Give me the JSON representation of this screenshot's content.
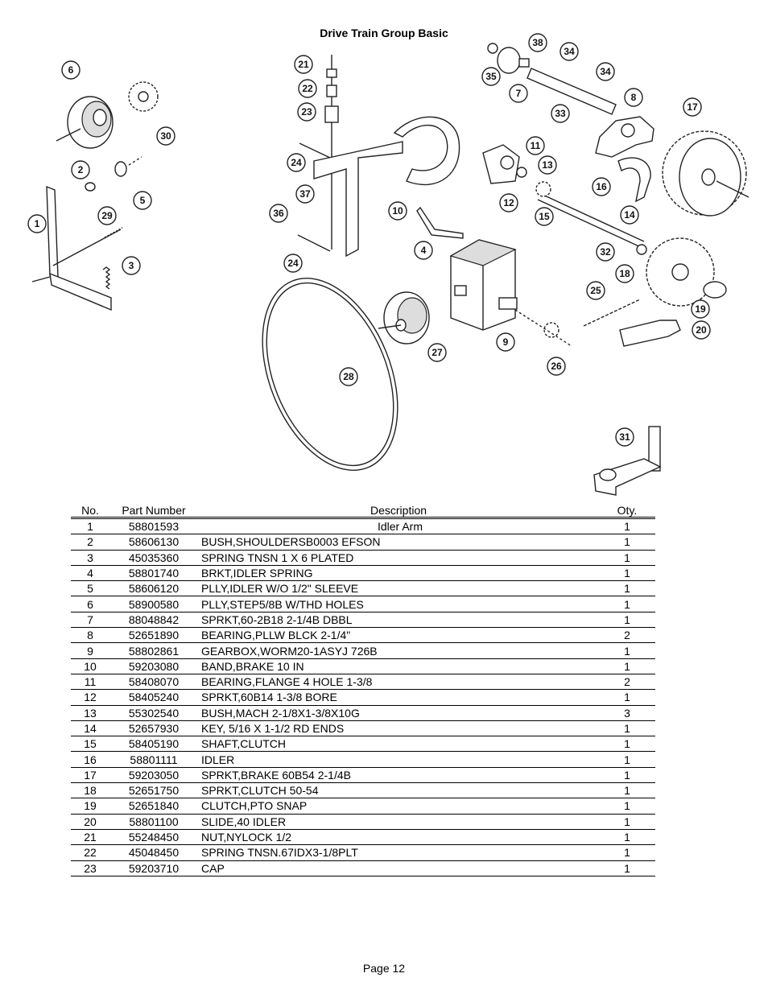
{
  "title": "Drive Train Group Basic",
  "callouts": [
    "1",
    "2",
    "3",
    "4",
    "5",
    "6",
    "7",
    "8",
    "9",
    "10",
    "11",
    "12",
    "13",
    "14",
    "15",
    "16",
    "17",
    "18",
    "19",
    "20",
    "21",
    "22",
    "23",
    "24",
    "24",
    "25",
    "26",
    "27",
    "28",
    "29",
    "30",
    "31",
    "32",
    "33",
    "34",
    "34",
    "35",
    "36",
    "37",
    "38"
  ],
  "table": {
    "headers": {
      "no": "No.",
      "part_number": "Part Number",
      "description": "Description",
      "qty": "Oty."
    },
    "rows": [
      {
        "no": "1",
        "part_number": "58801593",
        "description": "Idler Arm",
        "qty": "1"
      },
      {
        "no": "2",
        "part_number": "58606130",
        "description": "BUSH,SHOULDERSB0003 EFSON",
        "qty": "1"
      },
      {
        "no": "3",
        "part_number": "45035360",
        "description": "SPRING TNSN 1 X 6 PLATED",
        "qty": "1"
      },
      {
        "no": "4",
        "part_number": "58801740",
        "description": "BRKT,IDLER SPRING",
        "qty": "1"
      },
      {
        "no": "5",
        "part_number": "58606120",
        "description": "PLLY,IDLER W/O 1/2\" SLEEVE",
        "qty": "1"
      },
      {
        "no": "6",
        "part_number": "58900580",
        "description": "PLLY,STEP5/8B W/THD HOLES",
        "qty": "1"
      },
      {
        "no": "7",
        "part_number": "88048842",
        "description": "SPRKT,60-2B18 2-1/4B DBBL",
        "qty": "1"
      },
      {
        "no": "8",
        "part_number": "52651890",
        "description": "BEARING,PLLW BLCK 2-1/4\"",
        "qty": "2"
      },
      {
        "no": "9",
        "part_number": "58802861",
        "description": "GEARBOX,WORM20-1ASYJ 726B",
        "qty": "1"
      },
      {
        "no": "10",
        "part_number": "59203080",
        "description": "BAND,BRAKE 10 IN",
        "qty": "1"
      },
      {
        "no": "11",
        "part_number": "58408070",
        "description": "BEARING,FLANGE 4 HOLE 1-3/8",
        "qty": "2"
      },
      {
        "no": "12",
        "part_number": "58405240",
        "description": "SPRKT,60B14 1-3/8 BORE",
        "qty": "1"
      },
      {
        "no": "13",
        "part_number": "55302540",
        "description": "BUSH,MACH 2-1/8X1-3/8X10G",
        "qty": "3"
      },
      {
        "no": "14",
        "part_number": "52657930",
        "description": "KEY, 5/16 X 1-1/2 RD ENDS",
        "qty": "1"
      },
      {
        "no": "15",
        "part_number": "58405190",
        "description": "SHAFT,CLUTCH",
        "qty": "1"
      },
      {
        "no": "16",
        "part_number": "58801111",
        "description": "IDLER",
        "qty": "1"
      },
      {
        "no": "17",
        "part_number": "59203050",
        "description": "SPRKT,BRAKE 60B54 2-1/4B",
        "qty": "1"
      },
      {
        "no": "18",
        "part_number": "52651750",
        "description": "SPRKT,CLUTCH 50-54",
        "qty": "1"
      },
      {
        "no": "19",
        "part_number": "52651840",
        "description": "CLUTCH,PTO SNAP",
        "qty": "1"
      },
      {
        "no": "20",
        "part_number": "58801100",
        "description": "SLIDE,40 IDLER",
        "qty": "1"
      },
      {
        "no": "21",
        "part_number": "55248450",
        "description": "NUT,NYLOCK 1/2",
        "qty": "1"
      },
      {
        "no": "22",
        "part_number": "45048450",
        "description": "SPRING TNSN.67IDX3-1/8PLT",
        "qty": "1"
      },
      {
        "no": "23",
        "part_number": "59203710",
        "description": "CAP",
        "qty": "1"
      }
    ]
  },
  "footer": {
    "page": "Page 12"
  }
}
